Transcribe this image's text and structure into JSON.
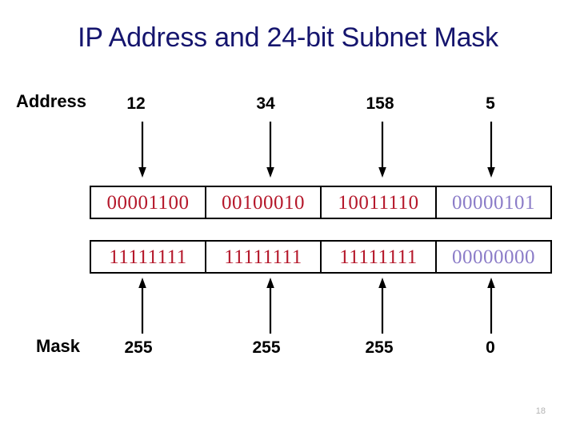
{
  "slide": {
    "title": "IP Address and 24-bit Subnet Mask",
    "page_number": "18"
  },
  "labels": {
    "address": "Address",
    "mask": "Mask"
  },
  "colors": {
    "title": "#15156e",
    "binary_red": "#b5182b",
    "binary_purple": "#8b7cc8",
    "text_black": "#000000",
    "page_number": "#b3b3b3",
    "border": "#000000"
  },
  "address": {
    "decimal_octets": [
      "12",
      "34",
      "158",
      "5"
    ],
    "binary_octets": [
      {
        "bits": "00001100",
        "color": "red"
      },
      {
        "bits": "00100010",
        "color": "red"
      },
      {
        "bits": "10011110",
        "color": "red"
      },
      {
        "bits": "00000101",
        "color": "purple"
      }
    ]
  },
  "mask": {
    "decimal_octets": [
      "255",
      "255",
      "255",
      "0"
    ],
    "binary_octets": [
      {
        "bits": "11111111",
        "color": "red"
      },
      {
        "bits": "11111111",
        "color": "red"
      },
      {
        "bits": "11111111",
        "color": "red"
      },
      {
        "bits": "00000000",
        "color": "purple"
      }
    ]
  },
  "arrows": {
    "down_count": 4,
    "up_count": 4,
    "down_direction": "down",
    "up_direction": "up"
  }
}
